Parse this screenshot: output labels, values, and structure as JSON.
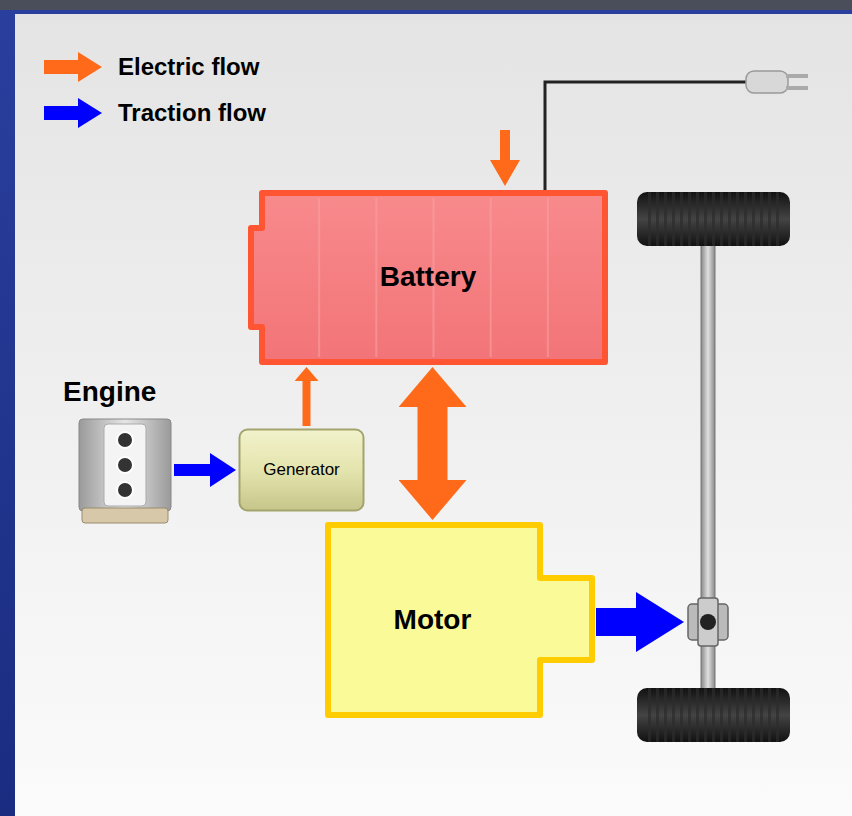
{
  "diagram": {
    "nodes": [
      {
        "text": [
          "Battery"
        ]
      },
      {
        "text": [
          "Engine"
        ]
      },
      {
        "text": [
          "Generator"
        ]
      },
      {
        "text": [
          "Motor"
        ]
      }
    ],
    "edges": [
      {
        "from": 1,
        "to": 2,
        "arrow": "to"
      },
      {
        "from": 2,
        "to": 0,
        "arrow": "to"
      },
      {
        "from": 0,
        "to": 3,
        "arrow": "both"
      }
    ],
    "legend": [
      {
        "text": "Electric flow",
        "color": "#ff6a1a"
      },
      {
        "text": "Traction flow",
        "color": "#0000ff"
      }
    ]
  }
}
